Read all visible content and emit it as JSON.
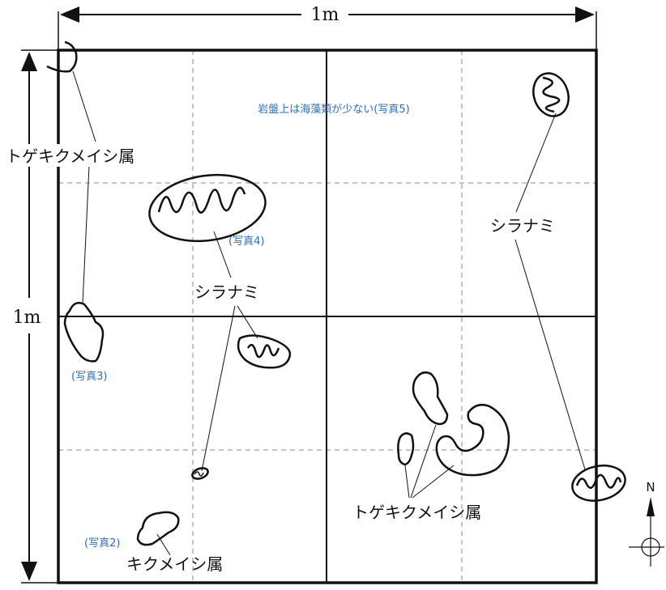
{
  "dimensions": {
    "width_label": "1m",
    "height_label": "1m"
  },
  "notes": {
    "top_note": "岩盤上は海藻類が少ない(写真5)"
  },
  "labels": {
    "togekiku_left": "トゲキクメイシ属",
    "shiranami_center": "シラナミ",
    "shiranami_right": "シラナミ",
    "togekiku_bottom": "トゲキクメイシ属",
    "kikumeishi_bottom": "キクメイシ属"
  },
  "photo_refs": {
    "photo2": "(写真2)",
    "photo3": "(写真3)",
    "photo4": "(写真4)"
  },
  "compass": {
    "north": "N"
  },
  "colors": {
    "ink": "#111111",
    "photo_ref": "#2f6fc2",
    "grid_dash": "#888888"
  }
}
